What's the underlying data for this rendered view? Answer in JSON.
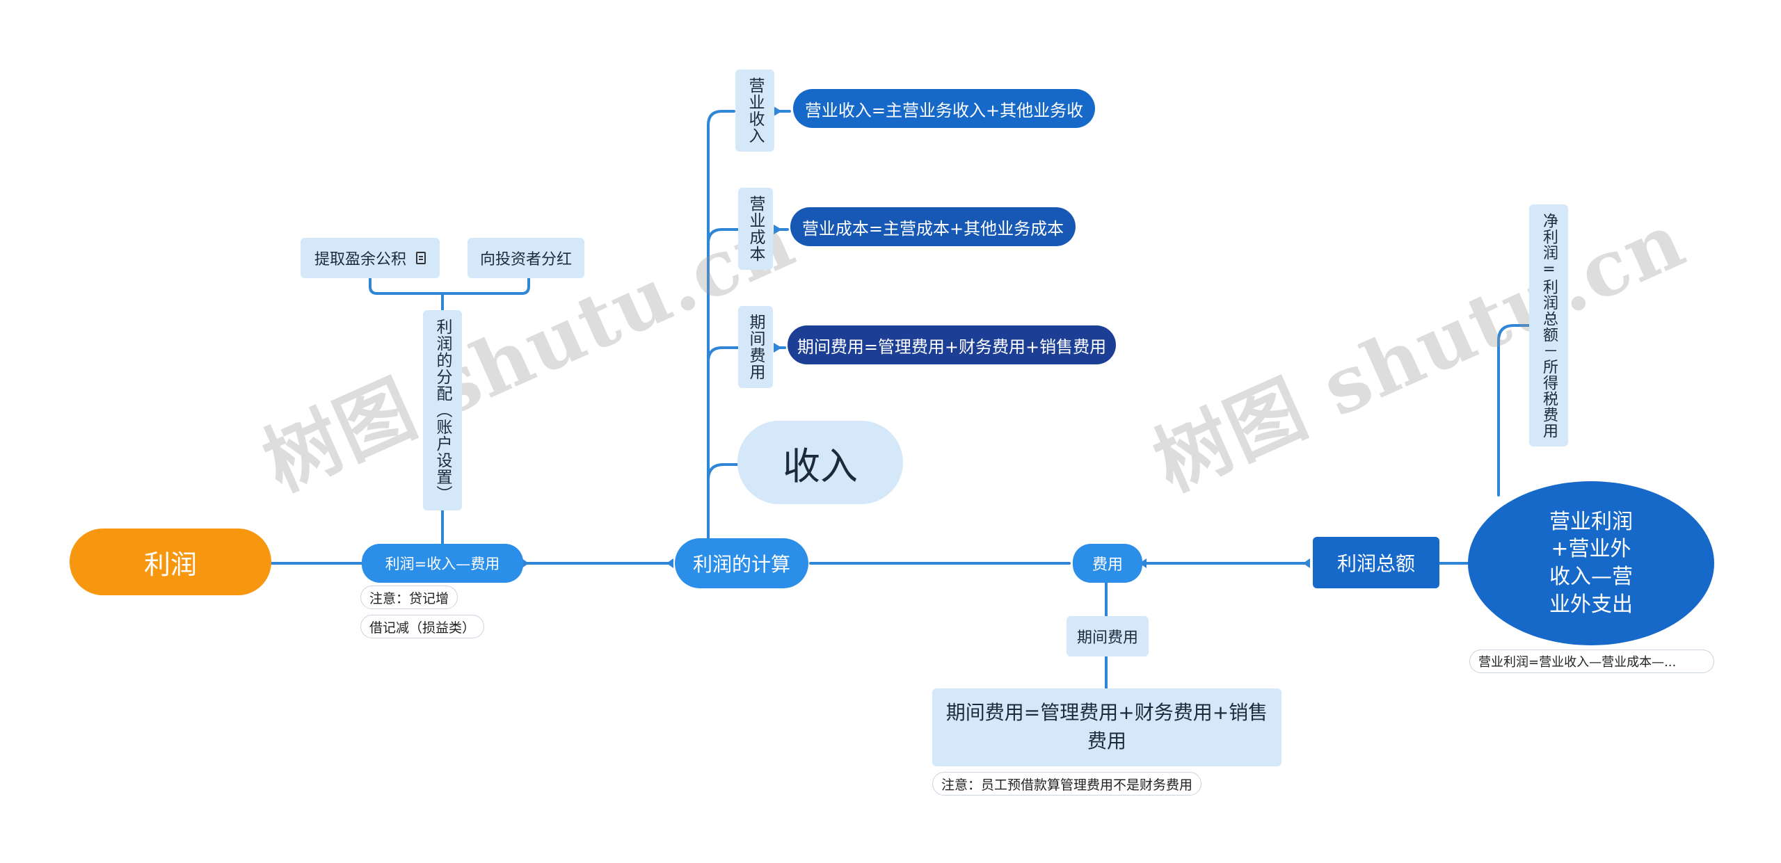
{
  "root": {
    "label": "利润"
  },
  "center": {
    "label": "利润的计算"
  },
  "left_branch": {
    "formula": "利润=收入—费用",
    "notes": [
      "注意：贷记增",
      "借记减（损益类）"
    ],
    "distribution": "利润的分配（账户设置）",
    "distribution_items": [
      "提取盈余公积",
      "向投资者分红"
    ]
  },
  "top_branch": {
    "items": [
      {
        "label": "营业收入",
        "formula": "营业收入=主营业务收入+其他业务收"
      },
      {
        "label": "营业成本",
        "formula": "营业成本=主营成本+其他业务成本"
      },
      {
        "label": "期间费用",
        "formula": "期间费用=管理费用+财务费用+销售费用"
      }
    ],
    "big_label": "收入"
  },
  "right_branch": {
    "expense": "费用",
    "period_expense": "期间费用",
    "period_formula": "期间费用=管理费用+财务费用+销售费用",
    "period_note": "注意：员工预借款算管理费用不是财务费用",
    "total": "利润总额",
    "total_formula": "营业利润+营业外收入—营业外支出",
    "total_note": "营业利润=营业收入—营业成本—...",
    "net_profit": "净利润=利润总额－所得税费用"
  },
  "watermark": "树图 shutu.cn",
  "colors": {
    "root": "#f7960f",
    "dark": "#1769c9",
    "mid": "#2b8ee8",
    "navy": "#1c3f95",
    "line": "#2f86d6",
    "light": "#d4e8fa"
  }
}
